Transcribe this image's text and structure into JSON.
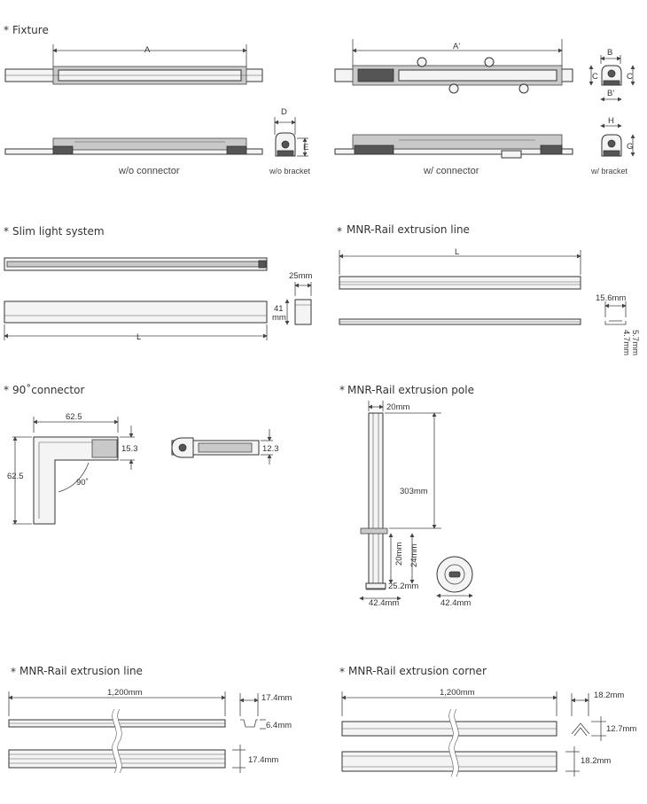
{
  "sections": {
    "fixture": {
      "title": "Fixture",
      "dims": [
        "A",
        "A'",
        "B",
        "C",
        "C",
        "B'",
        "D",
        "E",
        "H",
        "G"
      ],
      "captions": [
        "w/o connector",
        "w/o bracket",
        "w/ connector",
        "w/ bracket"
      ]
    },
    "slim": {
      "title": "Slim light system",
      "dims": [
        "25mm",
        "41",
        "mm",
        "L"
      ]
    },
    "mnr_line_top": {
      "title": "MNR-Rail extrusion line",
      "dims": [
        "L",
        "15.6mm",
        "5.7mm",
        "4.7mm"
      ]
    },
    "connector90": {
      "title": "90˚connector",
      "dims": [
        "62.5",
        "15.3",
        "62.5",
        "90˚",
        "12.3"
      ]
    },
    "pole": {
      "title": "MNR-Rail extrusion pole",
      "dims": [
        "20mm",
        "303mm",
        "20mm",
        "24mm",
        "25.2mm",
        "42.4mm",
        "42.4mm"
      ]
    },
    "mnr_line_bottom": {
      "title": "MNR-Rail extrusion line",
      "dims": [
        "1,200mm",
        "17.4mm",
        "6.4mm",
        "17.4mm"
      ]
    },
    "corner": {
      "title": "MNR-Rail extrusion corner",
      "dims": [
        "1,200mm",
        "18.2mm",
        "12.7mm",
        "18.2mm"
      ]
    }
  }
}
